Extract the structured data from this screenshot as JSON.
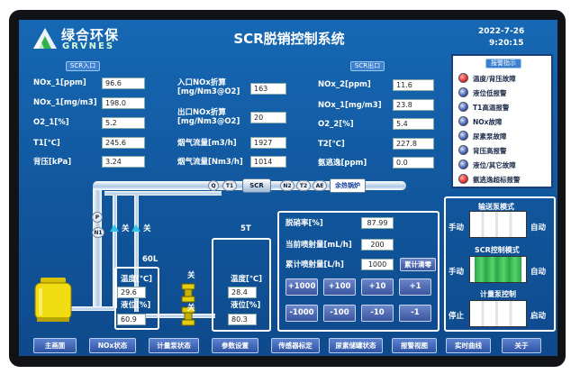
{
  "header": {
    "logo_cn": "绿合环保",
    "logo_en": "GRVNES",
    "title": "SCR脱销控制系统",
    "date": "2022-7-26",
    "time": "9:20:15"
  },
  "inlet": {
    "tag": "SCR入口",
    "rows": [
      {
        "label": "NOx_1[ppm]",
        "value": "96.6"
      },
      {
        "label": "NOx_1[mg/m3]",
        "value": "198.0"
      },
      {
        "label": "O2_1[%]",
        "value": "5.2"
      },
      {
        "label": "T1[℃]",
        "value": "245.6"
      },
      {
        "label": "背压[kPa]",
        "value": "3.24"
      }
    ]
  },
  "middle": {
    "inlet_conv_label1": "入口NOx折算",
    "inlet_conv_label2": "[mg/Nm3@O2]",
    "inlet_conv_value": "163",
    "outlet_conv_label1": "出口NOx折算",
    "outlet_conv_label2": "[mg/Nm3@O2]",
    "outlet_conv_value": "20",
    "flow1_label": "烟气流量[m3/h]",
    "flow1_value": "1927",
    "flow2_label": "烟气流量[Nm3/h]",
    "flow2_value": "1014"
  },
  "outlet": {
    "tag": "SCR出口",
    "rows": [
      {
        "label": "NOx_2[ppm]",
        "value": "11.6"
      },
      {
        "label": "NOx_1[mg/m3]",
        "value": "23.8"
      },
      {
        "label": "O2_2[%]",
        "value": "5.4"
      },
      {
        "label": "T2[℃]",
        "value": "227.8"
      },
      {
        "label": "氨逃逸[ppm]",
        "value": "0.0"
      }
    ]
  },
  "alarms": {
    "title": "报警指示",
    "items": [
      {
        "label": "温度/背压故障",
        "state": "on"
      },
      {
        "label": "液位低报警",
        "state": "off"
      },
      {
        "label": "T1高温报警",
        "state": "off"
      },
      {
        "label": "NOx故障",
        "state": "off"
      },
      {
        "label": "尿素泵故障",
        "state": "off"
      },
      {
        "label": "背压高报警",
        "state": "off"
      },
      {
        "label": "液位/其它故障",
        "state": "off"
      },
      {
        "label": "氨逃逸超标报警",
        "state": "on"
      }
    ]
  },
  "process": {
    "node_q": "Q",
    "node_t1": "T1",
    "node_scr": "SCR",
    "node_n2": "N2",
    "node_t2": "T2",
    "node_ae": "AE",
    "heater": "余热锅炉",
    "node_p": "P",
    "node_n1": "N1",
    "valve1": "关",
    "valve2": "关",
    "valve3": "关",
    "valve4": "关",
    "tank1_title": "60L",
    "tank1_temp_label": "温度[℃]",
    "tank1_temp": "29.6",
    "tank1_level_label": "液位[%]",
    "tank1_level": "60.9",
    "tank2_title": "5T",
    "tank2_temp_label": "温度[℃]",
    "tank2_temp": "28.4",
    "tank2_level_label": "液位[%]",
    "tank2_level": "80.3"
  },
  "control": {
    "rate_label": "脱硝率[%]",
    "rate_value": "87.99",
    "inj_label": "当前喷射量[mL/h]",
    "inj_value": "200",
    "acc_label": "累计喷射量[L/h]",
    "acc_value": "1000",
    "reset": "累计清零",
    "plus": [
      "+1000",
      "+100",
      "+10",
      "+1"
    ],
    "minus": [
      "-1000",
      "-100",
      "-10",
      "-1"
    ]
  },
  "modes": {
    "pump_title": "输送泵模式",
    "pump_left": "手动",
    "pump_right": "自动",
    "scr_title": "SCR控制模式",
    "scr_left": "手动",
    "scr_right": "自动",
    "meter_title": "计量泵控制",
    "meter_left": "停止",
    "meter_right": "启动"
  },
  "nav": [
    "主画面",
    "NOx状态",
    "计量泵状态",
    "参数设置",
    "传感器标定",
    "尿素储罐状态",
    "报警视图",
    "实时曲线",
    "关于"
  ]
}
